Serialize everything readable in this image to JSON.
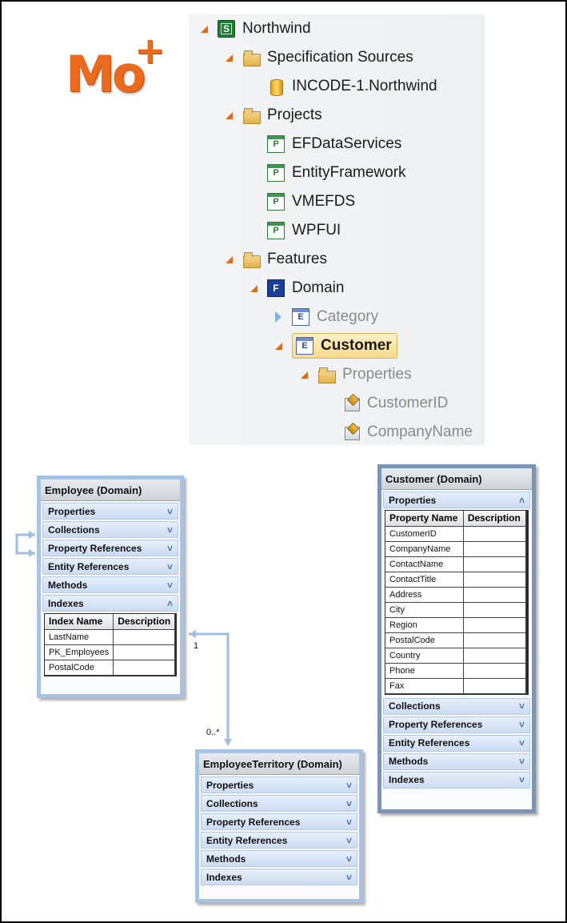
{
  "logo": {
    "text": "Mo",
    "plus": "+"
  },
  "tree": {
    "root": "Northwind",
    "specification_sources": "Specification Sources",
    "source_item": "INCODE-1.Northwind",
    "projects": "Projects",
    "project_items": [
      "EFDataServices",
      "EntityFramework",
      "VMEFDS",
      "WPFUI"
    ],
    "features": "Features",
    "domain": "Domain",
    "category": "Category",
    "customer": "Customer",
    "properties": "Properties",
    "property_items": [
      "CustomerID",
      "CompanyName"
    ],
    "icon_letters": {
      "solution": "S",
      "project": "P",
      "feature": "F",
      "entity": "E"
    }
  },
  "diagram": {
    "employee": {
      "title": "Employee (Domain)",
      "sections": [
        "Properties",
        "Collections",
        "Property References",
        "Entity References",
        "Methods",
        "Indexes"
      ],
      "grid_headers": [
        "Index Name",
        "Description"
      ],
      "grid_rows": [
        "LastName",
        "PK_Employees",
        "PostalCode"
      ]
    },
    "customer": {
      "title": "Customer (Domain)",
      "properties_label": "Properties",
      "grid_headers": [
        "Property Name",
        "Description"
      ],
      "grid_rows": [
        "CustomerID",
        "CompanyName",
        "ContactName",
        "ContactTitle",
        "Address",
        "City",
        "Region",
        "PostalCode",
        "Country",
        "Phone",
        "Fax"
      ],
      "sections": [
        "Collections",
        "Property References",
        "Entity References",
        "Methods",
        "Indexes"
      ]
    },
    "employee_territory": {
      "title": "EmployeeTerritory (Domain)",
      "sections": [
        "Properties",
        "Collections",
        "Property References",
        "Entity References",
        "Methods",
        "Indexes"
      ]
    },
    "multiplicity": {
      "one": "1",
      "many": "0..*"
    },
    "chevrons": {
      "expand": "˅",
      "collapse": "˄"
    }
  },
  "colors": {
    "tree_arrow": "#e06a1a",
    "logo_orange": "#ec6a1c",
    "entity_border": "#a7c3e4",
    "selection": "#f6d98a"
  }
}
